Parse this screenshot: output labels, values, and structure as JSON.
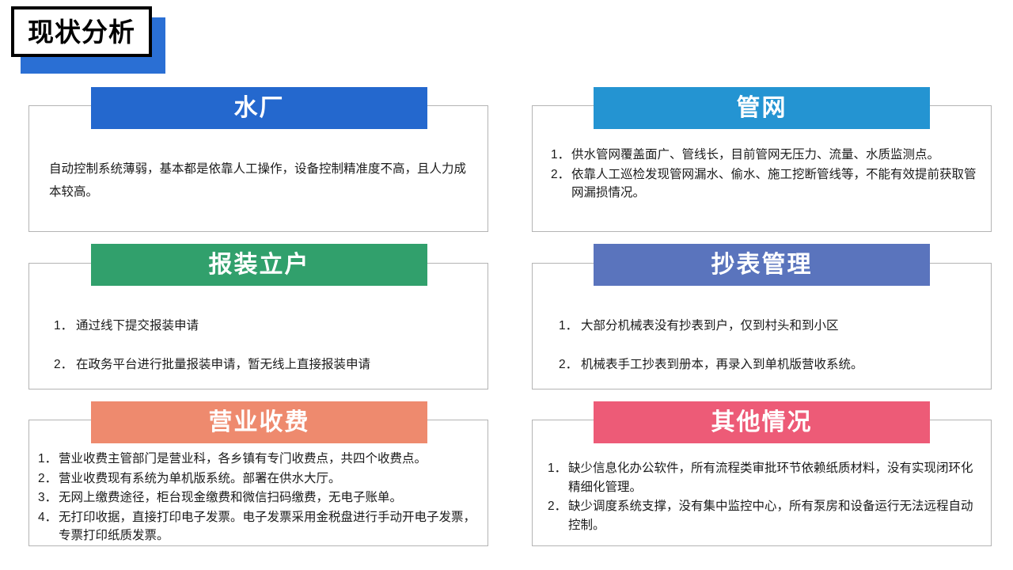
{
  "page": {
    "title": "现状分析",
    "background_color": "#ffffff"
  },
  "title_block": {
    "text": "现状分析",
    "border_color": "#000000",
    "shadow_color": "#2a6fd4",
    "text_color": "#000000"
  },
  "cards": [
    {
      "id": "water-plant",
      "banner_label": "水厂",
      "banner_color": "#2468ce",
      "body_type": "paragraph",
      "paragraph": "自动控制系统薄弱，基本都是依靠人工操作，设备控制精准度不高，且人力成本较高。",
      "items": []
    },
    {
      "id": "pipe-network",
      "banner_label": "管网",
      "banner_color": "#2494d2",
      "body_type": "list-tight",
      "paragraph": "",
      "items": [
        {
          "num": "1．",
          "text": "供水管网覆盖面广、管线长，目前管网无压力、流量、水质监测点。"
        },
        {
          "num": "2．",
          "text": "依靠人工巡检发现管网漏水、偷水、施工挖断管线等，不能有效提前获取管网漏损情况。"
        }
      ]
    },
    {
      "id": "application-registration",
      "banner_label": "报装立户",
      "banner_color": "#31a06c",
      "body_type": "list-loose",
      "paragraph": "",
      "items": [
        {
          "num": "1．",
          "text": "通过线下提交报装申请"
        },
        {
          "num": "2．",
          "text": "在政务平台进行批量报装申请，暂无线上直接报装申请"
        }
      ]
    },
    {
      "id": "meter-reading",
      "banner_label": "抄表管理",
      "banner_color": "#5a74bd",
      "body_type": "list-loose",
      "paragraph": "",
      "items": [
        {
          "num": "1．",
          "text": "大部分机械表没有抄表到户，仅到村头和到小区"
        },
        {
          "num": "2．",
          "text": "机械表手工抄表到册本，再录入到单机版营收系统。"
        }
      ]
    },
    {
      "id": "business-billing",
      "banner_label": "营业收费",
      "banner_color": "#ee8a6e",
      "body_type": "list-tight",
      "paragraph": "",
      "items": [
        {
          "num": "1．",
          "text": "营业收费主管部门是营业科，各乡镇有专门收费点，共四个收费点。"
        },
        {
          "num": "2．",
          "text": "营业收费现有系统为单机版系统。部署在供水大厅。"
        },
        {
          "num": "3．",
          "text": "无网上缴费途径，柜台现金缴费和微信扫码缴费，无电子账单。"
        },
        {
          "num": "4．",
          "text": "无打印收据，直接打印电子发票。电子发票采用金税盘进行手动开电子发票，专票打印纸质发票。"
        }
      ]
    },
    {
      "id": "other-situations",
      "banner_label": "其他情况",
      "banner_color": "#ed5b77",
      "body_type": "list-tight",
      "paragraph": "",
      "items": [
        {
          "num": "1．",
          "text": "缺少信息化办公软件，所有流程类审批环节依赖纸质材料，没有实现闭环化精细化管理。"
        },
        {
          "num": "2．",
          "text": "缺少调度系统支撑，没有集中监控中心，所有泵房和设备运行无法远程自动控制。"
        }
      ]
    }
  ]
}
